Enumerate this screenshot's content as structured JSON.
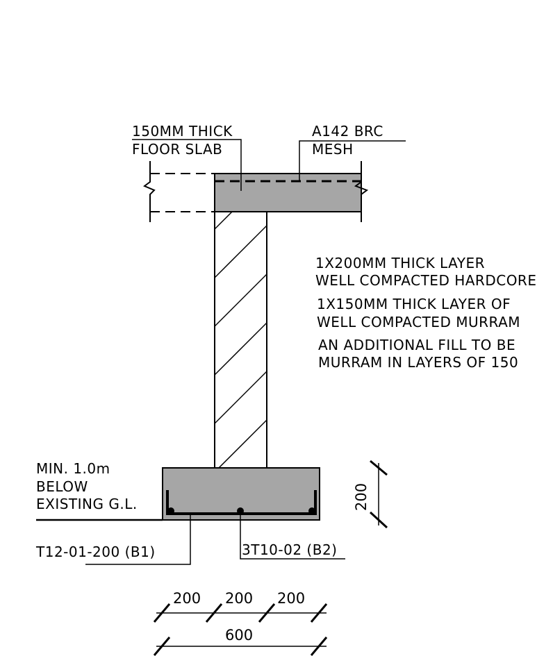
{
  "labels": {
    "slab_line1": "150MM THICK",
    "slab_line2": "FLOOR SLAB",
    "mesh_line1": "A142 BRC",
    "mesh_line2": "MESH",
    "hardcore_line1": "1X200MM THICK LAYER",
    "hardcore_line2": "WELL COMPACTED HARDCORE",
    "murram_line1": "1X150MM THICK LAYER OF",
    "murram_line2": "WELL COMPACTED MURRAM",
    "fill_line1": "AN ADDITIONAL FILL TO BE",
    "fill_line2": "MURRAM IN LAYERS OF 150",
    "depth_line1": "MIN. 1.0m",
    "depth_line2": "BELOW",
    "depth_line3": "EXISTING G.L.",
    "rebar_b1": "T12-01-200 (B1)",
    "rebar_b2": "3T10-02 (B2)"
  },
  "dimensions": {
    "footing_depth": "200",
    "seg_1": "200",
    "seg_2": "200",
    "seg_3": "200",
    "total_width": "600"
  },
  "colors": {
    "concrete": "#a6a6a6",
    "line": "#000000",
    "background": "#ffffff"
  }
}
